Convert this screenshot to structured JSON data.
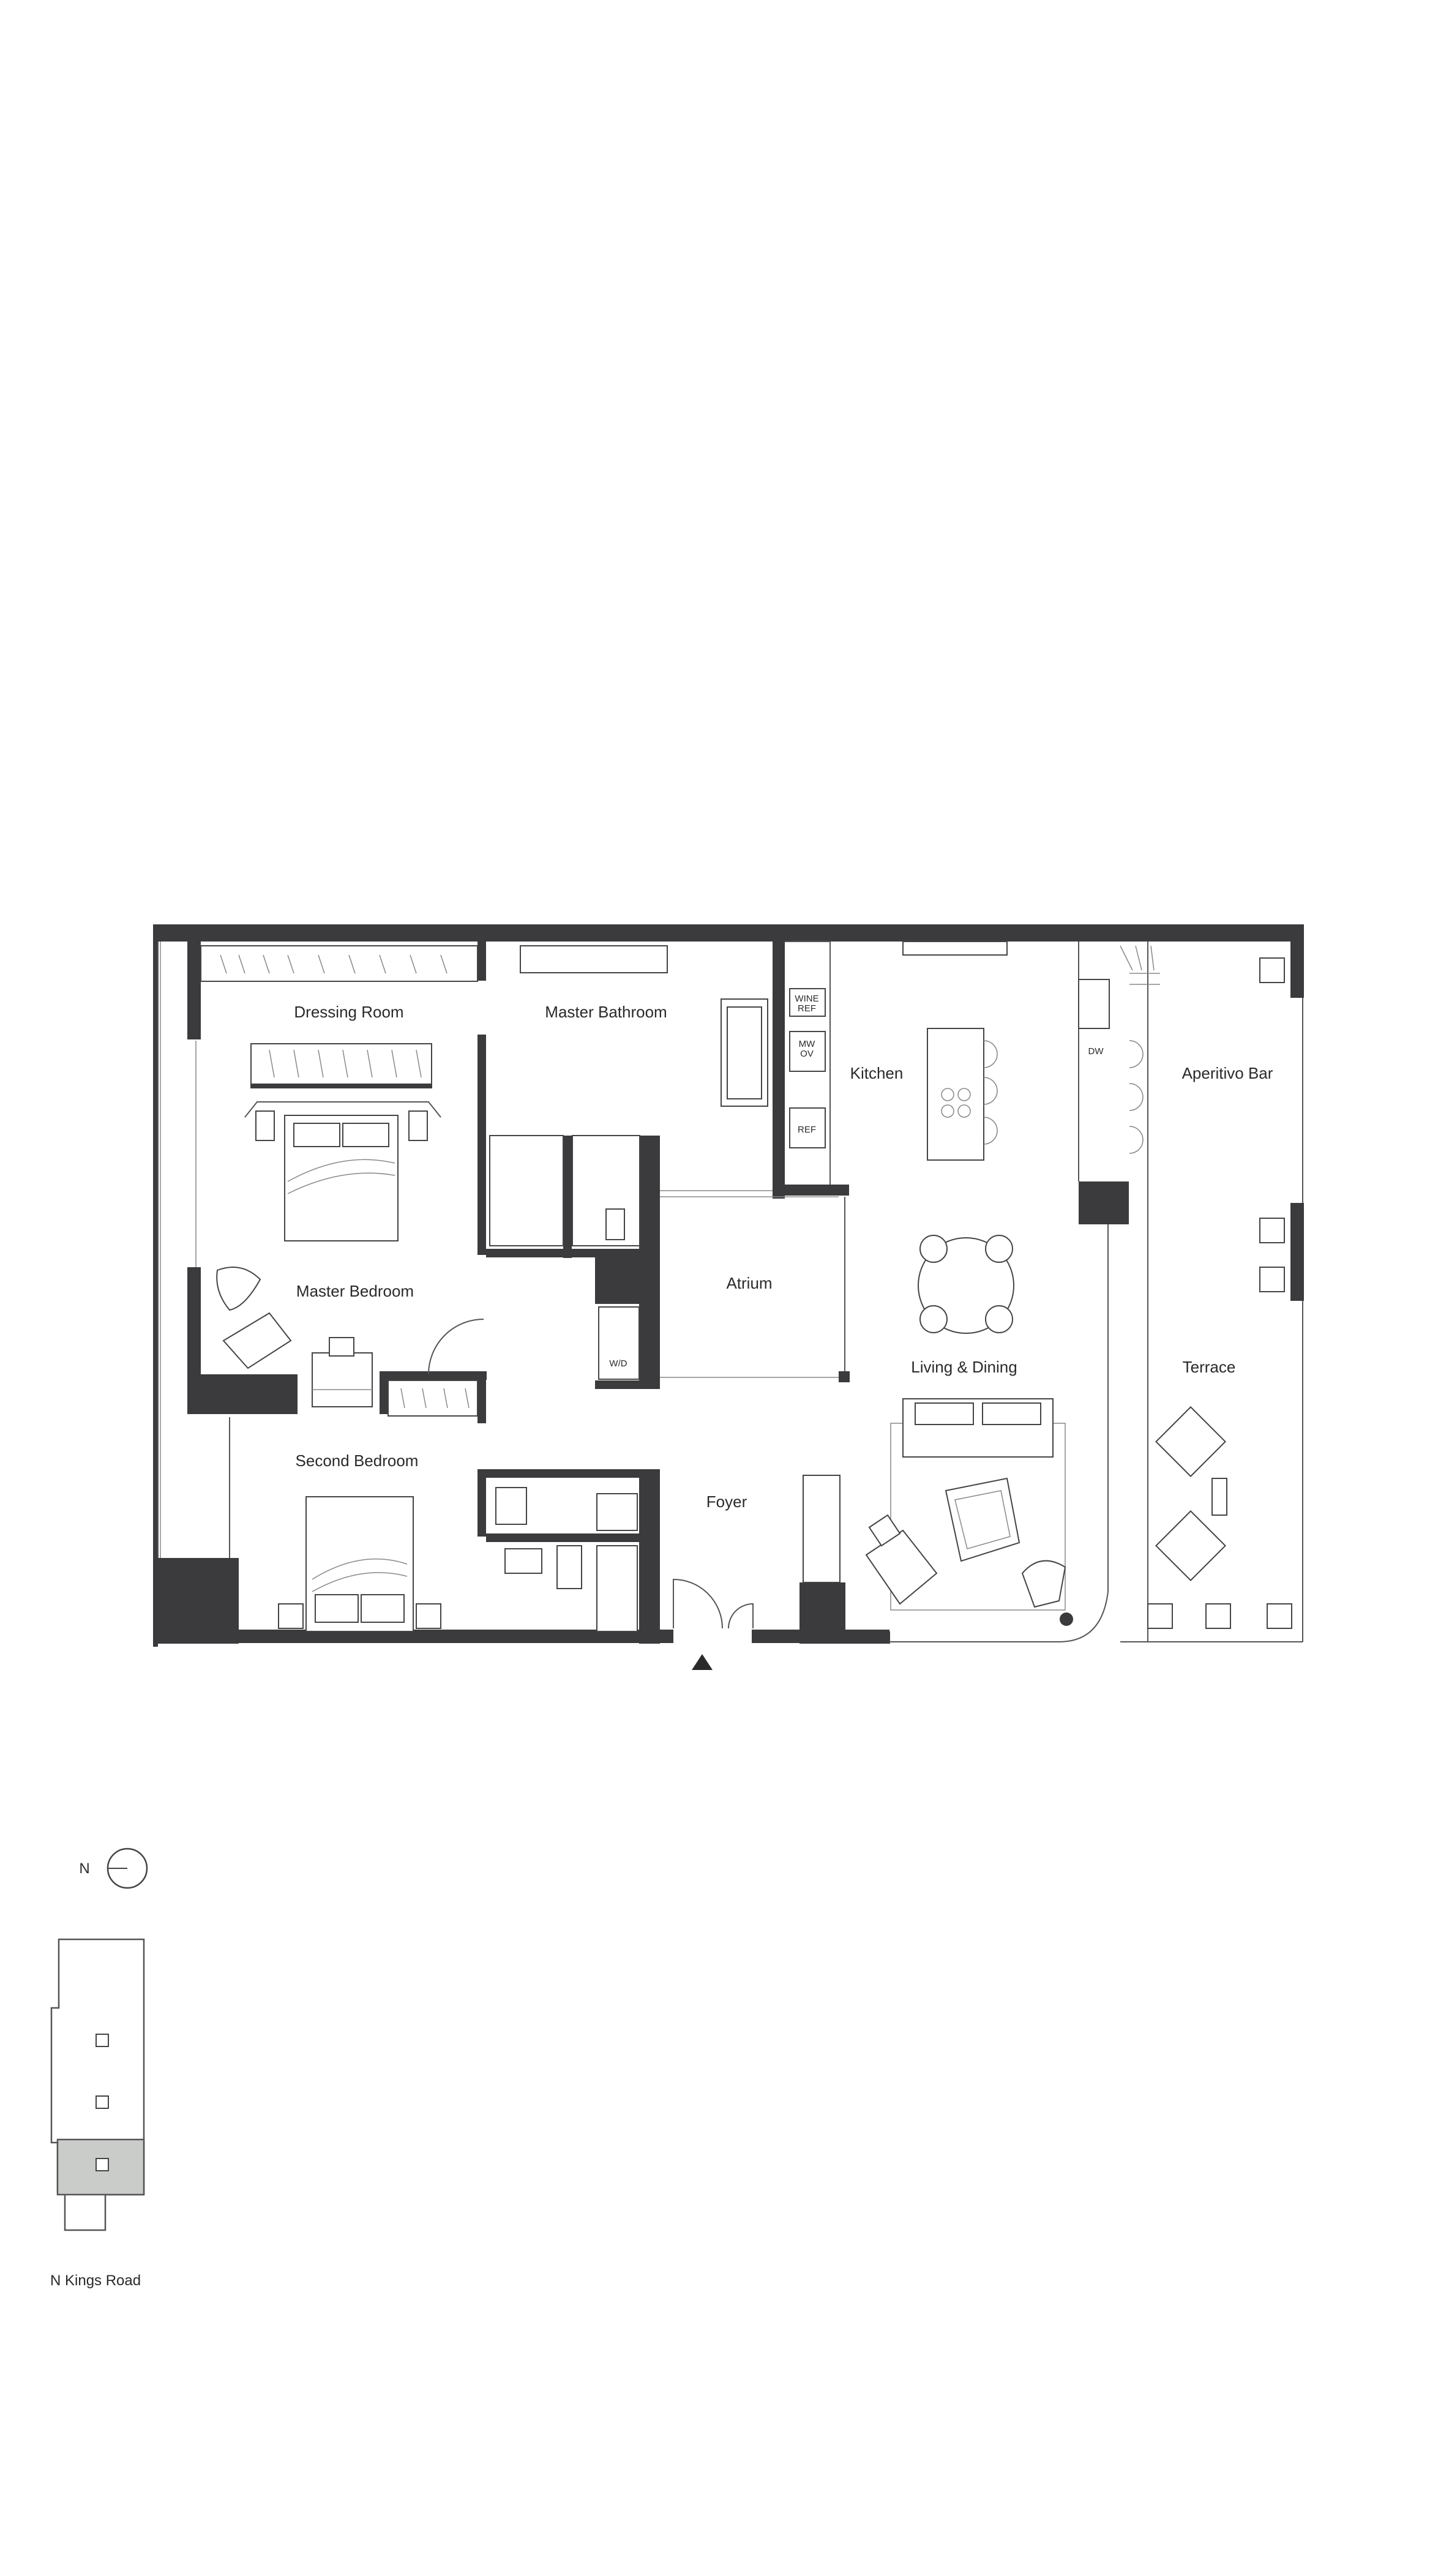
{
  "rooms": {
    "dressing_room": "Dressing Room",
    "master_bathroom": "Master Bathroom",
    "kitchen": "Kitchen",
    "aperitivo_bar": "Aperitivo Bar",
    "master_bedroom": "Master Bedroom",
    "atrium": "Atrium",
    "living_dining": "Living & Dining",
    "terrace": "Terrace",
    "second_bedroom": "Second Bedroom",
    "foyer": "Foyer"
  },
  "appliances": {
    "wine_ref_line1": "WINE",
    "wine_ref_line2": "REF",
    "mw_ov_line1": "MW",
    "mw_ov_line2": "OV",
    "ref": "REF",
    "dw": "DW",
    "wd": "W/D"
  },
  "key": {
    "north_label": "N",
    "street_label": "N Kings Road"
  },
  "colors": {
    "wall": "#3b3b3d",
    "unit_highlight": "#c9ccc9"
  }
}
